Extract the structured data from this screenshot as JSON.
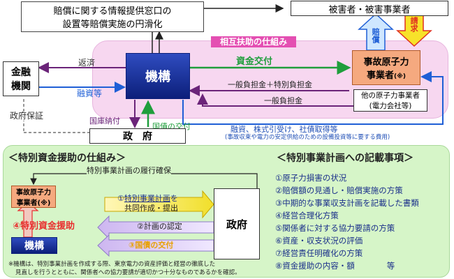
{
  "top": {
    "info_line1": "賠償に関する情報提供窓口の",
    "info_line2": "設置等賠償実施の円滑化",
    "victims": "被害者・被害事業者",
    "compensation": "賠償",
    "claim": "請求",
    "mutual": "相互扶助の仕組み",
    "finance_line1": "金融",
    "finance_line2": "機関",
    "repay": "返済",
    "financing": "融資等",
    "gov_guarantee": "政府保証",
    "kikou": "機構",
    "fund_grant": "資金交付",
    "jiko_line1": "事故原子力",
    "jiko_line2": "事業者",
    "jiko_mark": "(※)",
    "levy_special": "一般負担金＋特別負担金",
    "levy_general": "一般負担金",
    "other_line1": "他の原子力事業者",
    "other_line2": "(電力会社等)",
    "treasury": "国庫納付",
    "bond_grant": "国債の交付",
    "government": "政　府",
    "loan_line1": "融資、株式引受け、社債取得等",
    "loan_line2": "(事故収束や電力の安定供給のための設備投資等に要する費用)"
  },
  "left_panel": {
    "title": "＜特別資金援助の仕組み＞",
    "plan_assurance": "特別事業計画の履行確保",
    "jiko_line1": "事故原子力",
    "jiko_line2": "事業者(※)",
    "step1_num": "①",
    "step1_link": "特別事業計画",
    "step1_rest": "を",
    "step1_line2": "共同作成・提出",
    "step4": "④特別資金援助",
    "kikou": "機構",
    "step2": "②計画の認定",
    "step3": "③国債の交付",
    "government": "政府",
    "note_line1": "※機構は、特別事業計画を作成する際、東京電力の資産評価と経営の徹底した",
    "note_line2": "見直しを行うとともに、関係者への協力要請が適切かつ十分なものであるかを確認。"
  },
  "right_panel": {
    "title": "＜特別事業計画への記載事項＞",
    "items": [
      "①原子力損害の状況",
      "②賠償額の見通し・賠償実施の方策",
      "③中期的な事業収支計画を記載した書類",
      "④経営合理化方策",
      "⑤関係者に対する協力要請の方策",
      "⑥資産・収支状況の評価",
      "⑦経営責任明確化の方策",
      "⑧資金援助の内容・額　　　　等"
    ]
  },
  "colors": {
    "navy": "#1a2f8a",
    "pink_band": "#f7d7f0",
    "light_green": "#d6f5c8",
    "orange": "#f5a97f",
    "green_arrow": "#1f9e3c",
    "purple": "#6b2479",
    "blue_line": "#1f5fd6",
    "red": "#e83030"
  }
}
